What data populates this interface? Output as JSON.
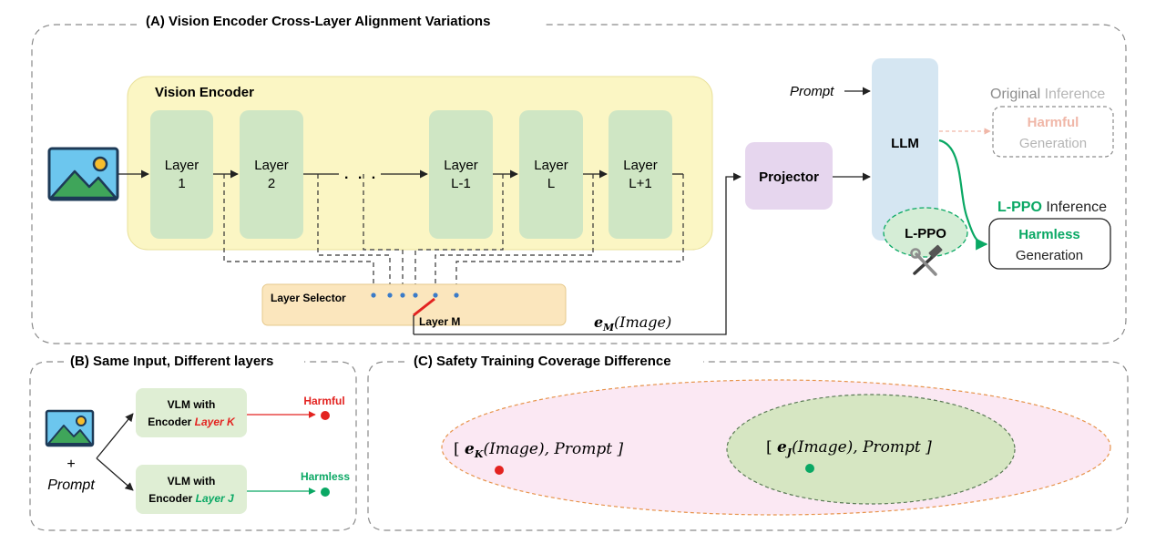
{
  "panel_a": {
    "title": "(A) Vision Encoder Cross-Layer Alignment Variations",
    "encoder_title": "Vision Encoder",
    "layers": [
      {
        "line1": "Layer",
        "line2": "1"
      },
      {
        "line1": "Layer",
        "line2": "2"
      },
      {
        "line1": "Layer",
        "line2": "L-1"
      },
      {
        "line1": "Layer",
        "line2": "L"
      },
      {
        "line1": "Layer",
        "line2": "L+1"
      }
    ],
    "ellipsis": ". . .",
    "layer_selector": "Layer Selector",
    "layer_m": "Layer M",
    "embedding_label": "(Image)",
    "embedding_sym": "e",
    "embedding_sub": "M",
    "projector": "Projector",
    "prompt": "Prompt",
    "llm": "LLM",
    "lppo_badge": "L-PPO",
    "original_inference": {
      "prefix": "Original",
      "suffix": " Inference"
    },
    "harmful_generation": {
      "line1": "Harmful",
      "line2": "Generation"
    },
    "lppo_inference": {
      "prefix": "L-PPO",
      "suffix": " Inference"
    },
    "harmless_generation": {
      "line1": "Harmless",
      "line2": "Generation"
    },
    "tools_icon": "hammer-wrench-icon"
  },
  "panel_b": {
    "title": "(B) Same Input, Different layers",
    "plus": "+",
    "prompt": "Prompt",
    "vlm_k": {
      "line1": "VLM with",
      "prefix": "Encoder ",
      "layer": "Layer K"
    },
    "vlm_j": {
      "line1": "VLM with",
      "prefix": "Encoder ",
      "layer": "Layer J"
    },
    "harmful": "Harmful",
    "harmless": "Harmless"
  },
  "panel_c": {
    "title": "(C) Safety Training Coverage Difference",
    "left_label": {
      "open": "[ ",
      "sym": "e",
      "sub": "K",
      "rest": "(Image), Prompt ]"
    },
    "right_label": {
      "open": "[ ",
      "sym": "e",
      "sub": "J",
      "rest": "(Image), Prompt ]"
    }
  },
  "colors": {
    "encoder_bg": "#fbf6c4",
    "layer_fill": "#cfe6c4",
    "selector_fill": "#fbe6bd",
    "projector_fill": "#e6d6ee",
    "llm_fill": "#d5e6f2",
    "harmful_red": "#e32320",
    "harmless_green": "#0aa864",
    "faded_red": "#f0b7a8",
    "outer_ellipse": "#fbe8f3",
    "inner_ellipse": "#d6e6c2"
  }
}
